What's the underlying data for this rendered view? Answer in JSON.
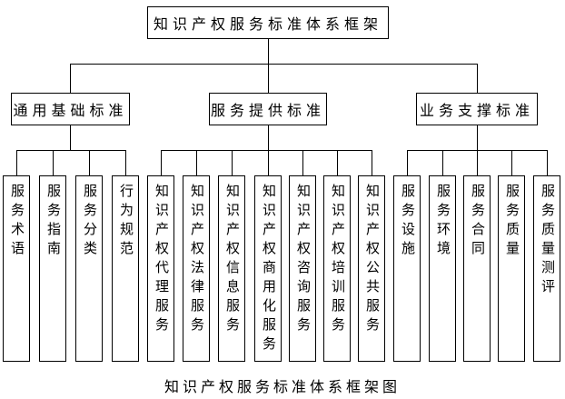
{
  "diagram": {
    "root": {
      "label": "知识产权服务标准体系框架"
    },
    "branches": [
      {
        "label": "通用基础标准",
        "leaves": [
          "服务术语",
          "服务指南",
          "服务分类",
          "行为规范"
        ]
      },
      {
        "label": "服务提供标准",
        "leaves": [
          "知识产权代理服务",
          "知识产权法律服务",
          "知识产权信息服务",
          "知识产权商用化服务",
          "知识产权咨询服务",
          "知识产权培训服务",
          "知识产权公共服务"
        ]
      },
      {
        "label": "业务支撑标准",
        "leaves": [
          "服务设施",
          "服务环境",
          "服务合同",
          "服务质量",
          "服务质量测评"
        ]
      }
    ],
    "caption": "知识产权服务标准体系框架图",
    "colors": {
      "line": "#000000",
      "background": "#ffffff",
      "text": "#000000"
    }
  }
}
